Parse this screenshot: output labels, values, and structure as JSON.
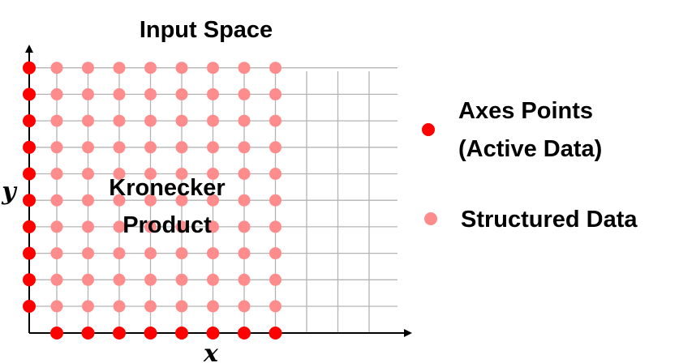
{
  "title": "Input Space",
  "x_axis_label": "x",
  "y_axis_label": "y",
  "center_label": [
    "Kronecker",
    "Product"
  ],
  "legend": [
    {
      "label_lines": [
        "Axes Points",
        "(Active Data)"
      ],
      "color": "#ff0000"
    },
    {
      "label_lines": [
        "Structured Data"
      ],
      "color": "#ff8c8c"
    }
  ],
  "grid": {
    "columns": 12,
    "rows": 10,
    "structured_columns": 8,
    "structured_rows": 10
  },
  "colors": {
    "axes_points": "#ff0000",
    "structured_points": "#ff8c8c",
    "grid_line": "#b4b4b4",
    "axis": "#000000"
  }
}
